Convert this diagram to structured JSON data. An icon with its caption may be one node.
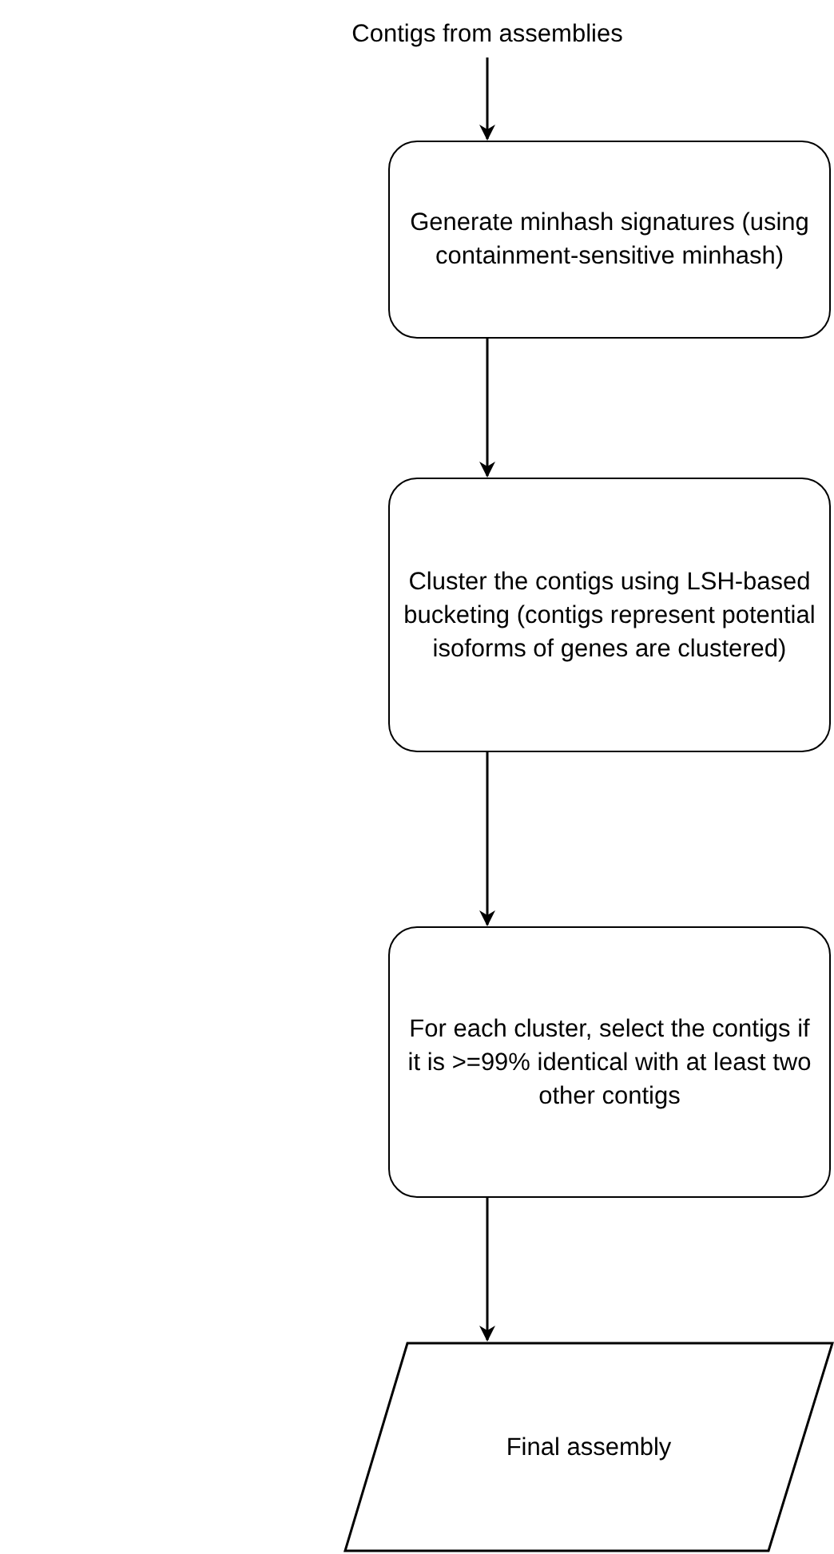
{
  "diagram": {
    "nodes": [
      {
        "text": [
          "Contigs from assemblies"
        ]
      },
      {
        "text": [
          "Generate minhash signatures (using containment-sensitive minhash)"
        ]
      },
      {
        "text": [
          "Cluster the contigs using LSH-based bucketing (contigs represent potential isoforms of genes are clustered)"
        ]
      },
      {
        "text": [
          "For each cluster, select the contigs if it is >=99% identical with at least two other contigs"
        ]
      },
      {
        "text": [
          "Final assembly"
        ]
      }
    ],
    "edges": [
      {
        "from": 0,
        "to": 1,
        "arrow": "to"
      },
      {
        "from": 1,
        "to": 2,
        "arrow": "to"
      },
      {
        "from": 2,
        "to": 3,
        "arrow": "to"
      },
      {
        "from": 3,
        "to": 4,
        "arrow": "to"
      }
    ]
  }
}
